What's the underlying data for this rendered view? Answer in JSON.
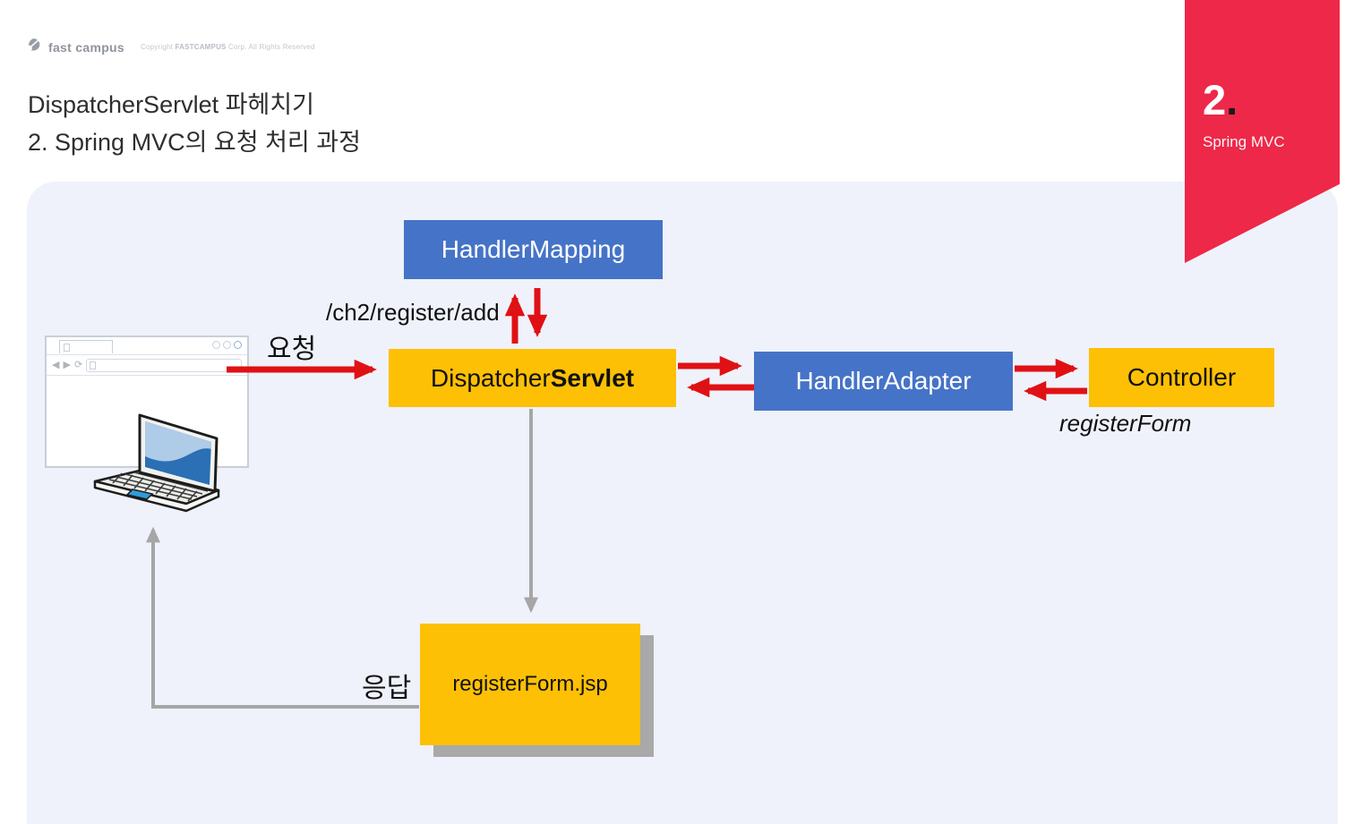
{
  "header": {
    "logo_text": "fast campus",
    "copyright_prefix": "Copyright ",
    "copyright_brand": "FASTCAMPUS",
    "copyright_suffix": " Corp. All Rights Reserved",
    "title_line1": "DispatcherServlet 파헤치기",
    "title_line2": "2. Spring MVC의 요청 처리 과정"
  },
  "banner": {
    "number": "2",
    "dot": ".",
    "subtitle": "Spring MVC",
    "color": "#ED2849"
  },
  "diagram": {
    "nodes": {
      "handler_mapping": {
        "label": "HandlerMapping",
        "color": "#4573C7"
      },
      "dispatcher_servlet": {
        "label_regular": "Dispatcher",
        "label_bold": "Servlet",
        "color": "#FDC005"
      },
      "handler_adapter": {
        "label": "HandlerAdapter",
        "color": "#4573C7"
      },
      "controller": {
        "label": "Controller",
        "color": "#FDC005"
      },
      "register_form_jsp": {
        "label": "registerForm.jsp",
        "color": "#FDC005"
      }
    },
    "labels": {
      "request": "요청",
      "response": "응답",
      "url_path": "/ch2/register/add",
      "return_value": "registerForm"
    },
    "colors": {
      "arrow_red": "#E01115",
      "arrow_gray": "#A6A6A6",
      "panel_bg": "#EFF2FA"
    }
  }
}
